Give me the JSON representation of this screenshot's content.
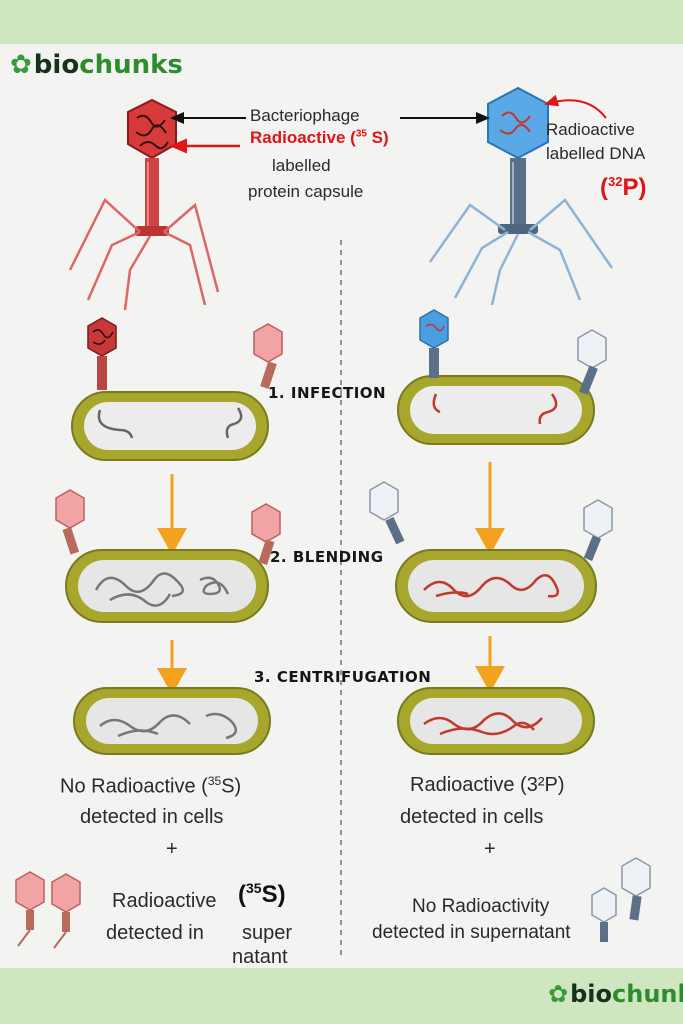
{
  "brand": {
    "bio": "bio",
    "chunks": "chunks"
  },
  "colors": {
    "protein_label": "#e01515",
    "dna_label": "#e01515",
    "phage_red": "#c83838",
    "phage_blue": "#3c8fd6",
    "cell_wall": "#a7a72e",
    "arrow": "#f3a21f"
  },
  "labels": {
    "bacteriophage": "Bacteriophage",
    "radioactive_s_pre": "Radioactive (",
    "radioactive_s_sup": "35",
    "radioactive_s_post": " S)",
    "labelled": "labelled",
    "protein_capsule": "protein capsule",
    "radioactive_dna_1": "Radioactive",
    "radioactive_dna_2": "labelled DNA",
    "p32_pre": "(",
    "p32_sup": "32",
    "p32_post": "P)"
  },
  "steps": {
    "infection": "1. INFECTION",
    "blending": "2. BLENDING",
    "centrifugation": "3. CENTRIFUGATION"
  },
  "results": {
    "left_cells_pre": "No Radioactive (",
    "left_cells_sup": "35",
    "left_cells_post": "S)",
    "left_cells_2": "detected in cells",
    "right_cells_1": "Radioactive (3²P)",
    "right_cells_2": "detected in cells",
    "plus": "+",
    "left_super_1": "Radioactive",
    "left_super_s_pre": "(",
    "left_super_s_sup": "35",
    "left_super_s_post": "S)",
    "left_super_2": "detected in",
    "left_super_3": "super",
    "left_super_4": "natant",
    "right_super_1": "No Radioactivity",
    "right_super_2": "detected in supernatant"
  }
}
